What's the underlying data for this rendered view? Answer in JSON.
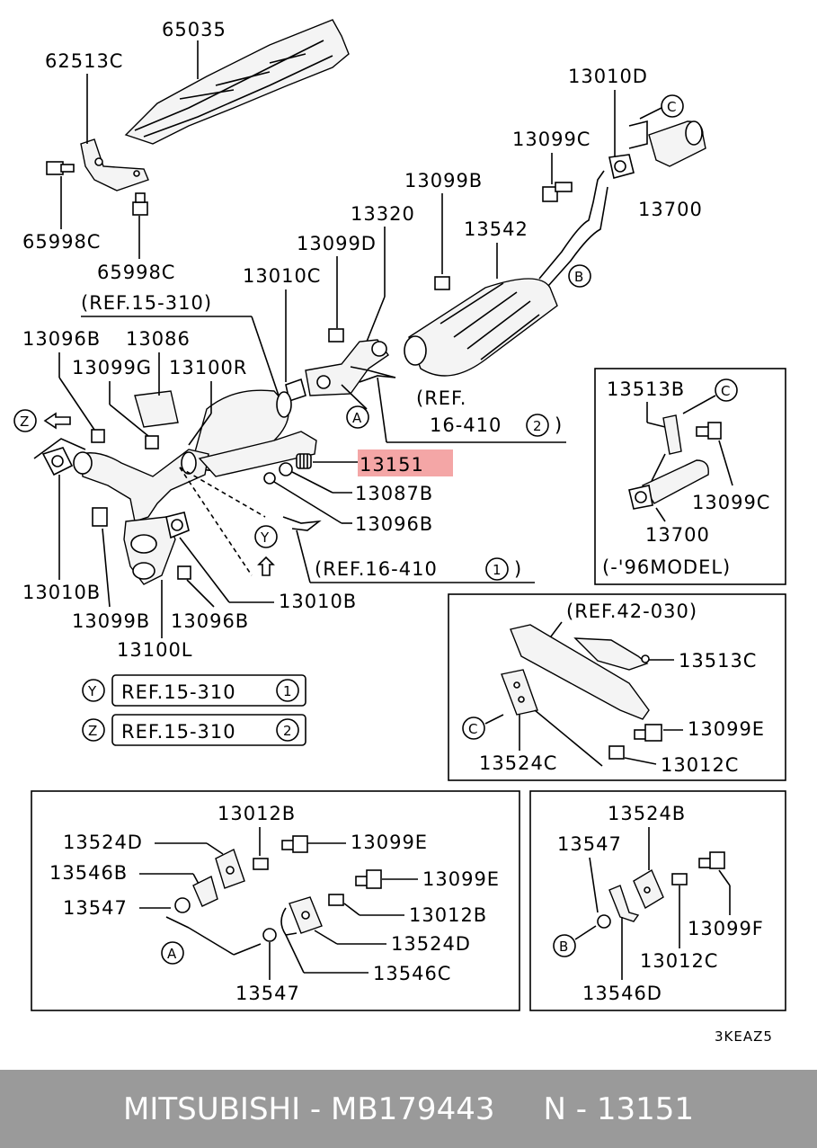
{
  "labels": {
    "l65035": "65035",
    "l62513C": "62513C",
    "l65998C_a": "65998C",
    "l65998C_b": "65998C",
    "l13010D": "13010D",
    "l13099C_top": "13099C",
    "l13700_top": "13700",
    "l13099B_top": "13099B",
    "l13320": "13320",
    "l13542": "13542",
    "l13099D": "13099D",
    "l13010C": "13010C",
    "ref15310": "(REF.15-310)",
    "l13096B_a": "13096B",
    "l13086": "13086",
    "l13099G": "13099G",
    "l13100R": "13100R",
    "ref16410a": "(REF.",
    "ref16410b": "16-410",
    "l13151": "13151",
    "l13087B": "13087B",
    "l13096B_b": "13096B",
    "ref16410_1": "(REF.16-410",
    "l13010B_a": "13010B",
    "l13010B_b": "13010B",
    "l13099B_b": "13099B",
    "l13096B_c": "13096B",
    "l13100L": "13100L",
    "refY": "REF.15-310",
    "refZ": "REF.15-310",
    "l13513B": "13513B",
    "l13099C_box": "13099C",
    "l13700_box": "13700",
    "model96": "(-'96MODEL)",
    "ref42030": "(REF.42-030)",
    "l13513C": "13513C",
    "l13099E_a": "13099E",
    "l13524C": "13524C",
    "l13012C_a": "13012C",
    "l13012B_a": "13012B",
    "l13524D_a": "13524D",
    "l13099E_b": "13099E",
    "l13546B": "13546B",
    "l13099E_c": "13099E",
    "l13547_a": "13547",
    "l13012B_b": "13012B",
    "l13524D_b": "13524D",
    "l13546C": "13546C",
    "l13547_b": "13547",
    "l13524B": "13524B",
    "l13547_c": "13547",
    "l13099F": "13099F",
    "l13012C_b": "13012C",
    "l13546D": "13546D",
    "code": "3KEAZ5"
  },
  "callouts": {
    "A": "A",
    "B": "B",
    "C": "C",
    "Y": "Y",
    "Z": "Z",
    "one": "1",
    "two": "2"
  },
  "footer": {
    "text": "MITSUBISHI - MB179443     N - 13151"
  },
  "colors": {
    "highlight": "#f4a6a6",
    "footer_bg": "#9a9a9a",
    "footer_text": "#ffffff"
  }
}
